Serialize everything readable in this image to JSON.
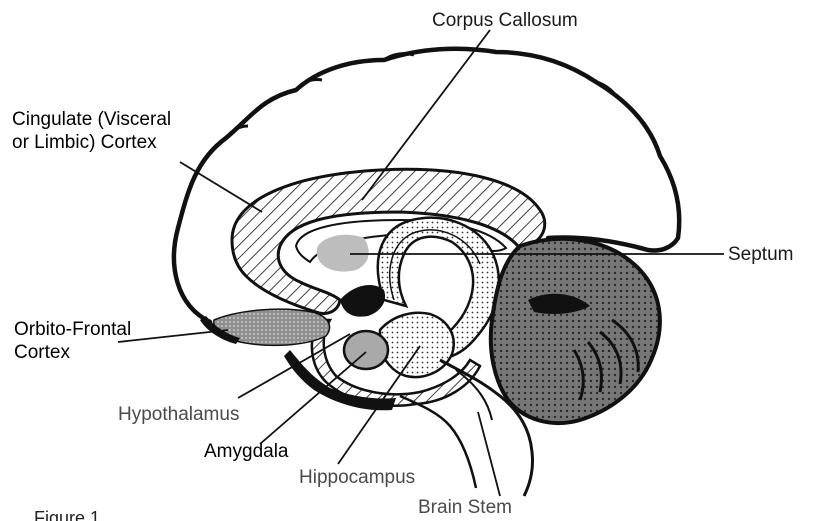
{
  "labels": {
    "corpus_callosum": "Corpus Callosum",
    "cingulate_line1": "Cingulate (Visceral",
    "cingulate_line2": "or Limbic) Cortex",
    "septum": "Septum",
    "orbito_line1": "Orbito-Frontal",
    "orbito_line2": "Cortex",
    "hypothalamus": "Hypothalamus",
    "amygdala": "Amygdala",
    "hippocampus": "Hippocampus",
    "brain_stem": "Brain Stem"
  },
  "caption": "Figure 1",
  "colors": {
    "ink": "#111111",
    "shade": "#bdbdbd",
    "label_text": "#1a1a1a"
  }
}
